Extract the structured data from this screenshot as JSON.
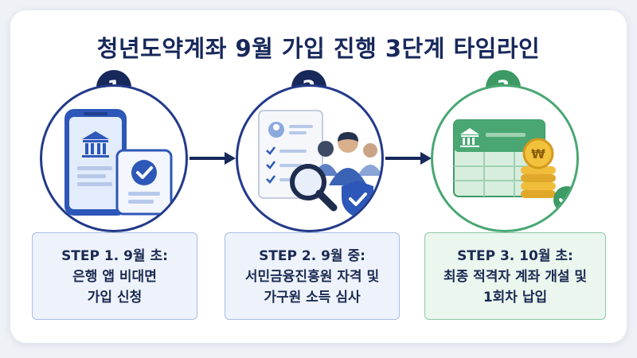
{
  "title": "청년도약계좌 9월 가입 진행 3단계 타임라인",
  "colors": {
    "navy": "#17285b",
    "blue": "#2451a3",
    "green": "#3d9a65",
    "box_blue_bg": "#eef3fb",
    "box_green_bg": "#eaf6ee"
  },
  "steps": [
    {
      "number": "1",
      "icon": "bank-app-phone-with-checkmark-document-icon",
      "line1": "STEP 1. 9월 초:",
      "line2": "은행 앱 비대면",
      "line3": "가입 신청"
    },
    {
      "number": "2",
      "icon": "document-review-with-people-magnifier-shield-icon",
      "line1": "STEP 2. 9월 중:",
      "line2": "서민금융진흥원 자격 및",
      "line3": "가구원 소득 심사"
    },
    {
      "number": "3",
      "icon": "bank-account-ledger-with-coins-checkmark-icon",
      "line1": "STEP 3. 10월 초:",
      "line2": "최종 적격자 계좌 개설 및",
      "line3": "1회차 납입"
    }
  ]
}
